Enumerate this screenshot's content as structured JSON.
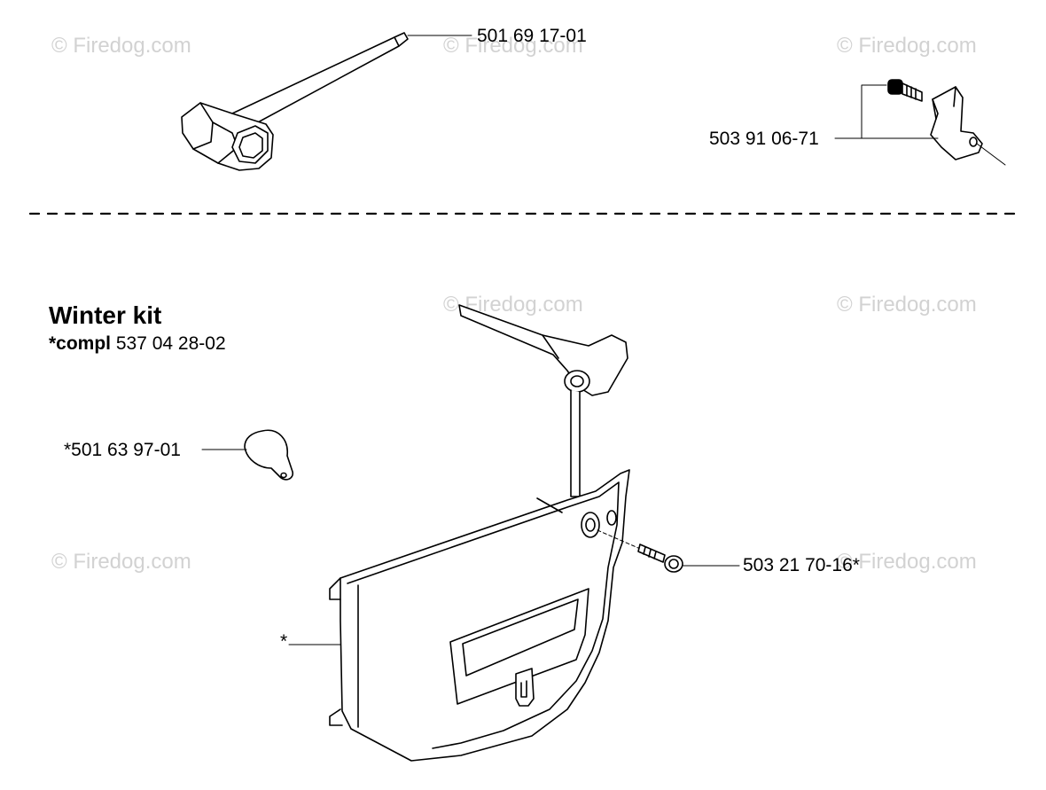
{
  "watermark": "© Firedog.com",
  "section": {
    "title": "Winter kit",
    "kit_prefix": "*compl",
    "kit_number": "537 04 28-02"
  },
  "parts": [
    {
      "id": "combination-wrench",
      "label": "501 69 17-01"
    },
    {
      "id": "screw-and-bracket",
      "label": "503 91 06-71"
    },
    {
      "id": "cover-disc",
      "label": "*501 63 97-01"
    },
    {
      "id": "cover-screw",
      "label": "503 21 70-16*"
    },
    {
      "id": "winter-cover",
      "label": "*"
    }
  ]
}
